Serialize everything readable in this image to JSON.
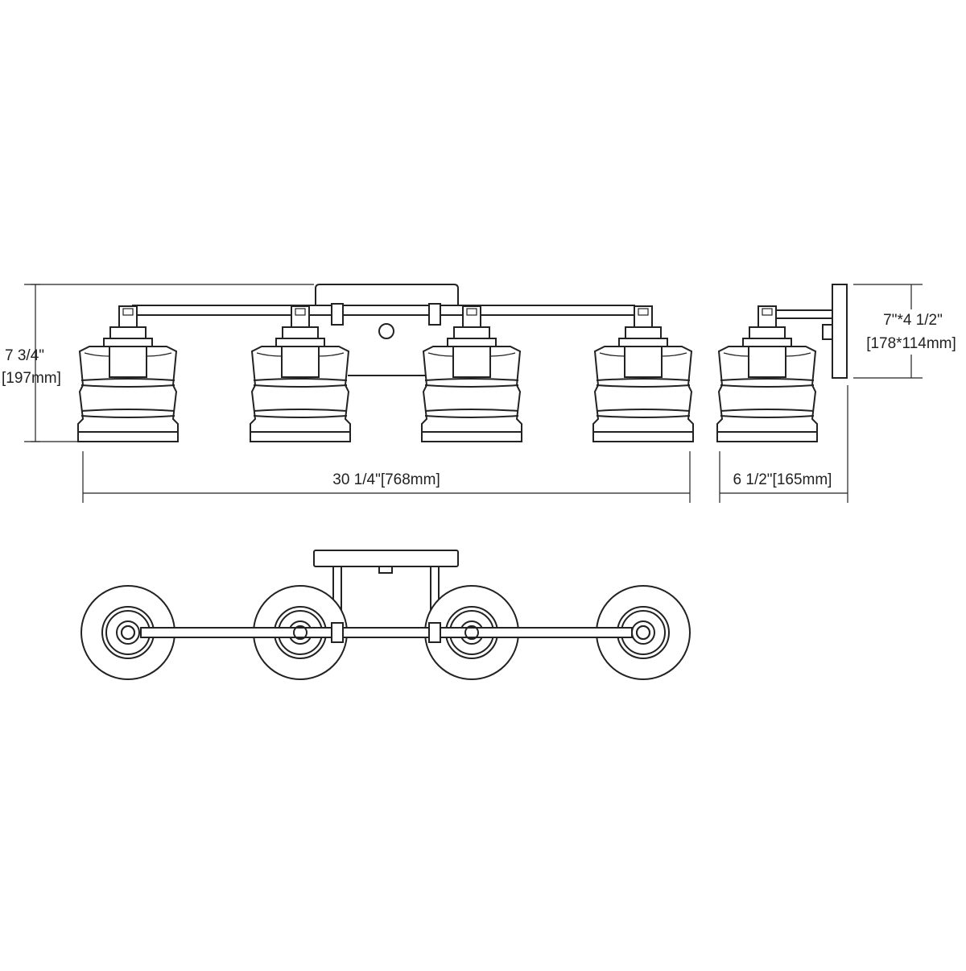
{
  "dimensions": {
    "height_in": "7 3/4\"",
    "height_mm": "[197mm]",
    "width": "30 1/4\"[768mm]",
    "depth": "6 1/2\"[165mm]",
    "backplate_in": "7\"*4 1/2\"",
    "backplate_mm": "[178*114mm]"
  },
  "views": {
    "front_shade_count": 4,
    "top_shade_count": 4
  }
}
